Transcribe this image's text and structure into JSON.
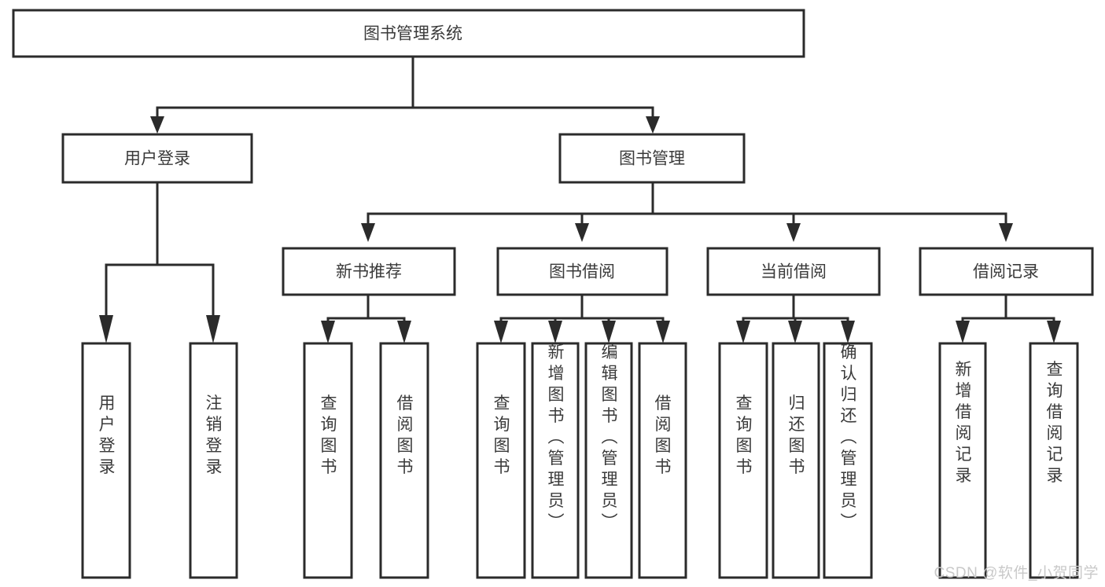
{
  "diagram": {
    "type": "tree-hierarchy-chart",
    "orientation": "top-down",
    "box_fill": "#ffffff",
    "box_stroke": "#2b2b2b",
    "text_color": "#3a3a3a",
    "root": {
      "id": "root",
      "label": "图书管理系统"
    },
    "level1": [
      {
        "id": "user-login",
        "label": "用户登录"
      },
      {
        "id": "book-management",
        "label": "图书管理"
      }
    ],
    "level2": [
      {
        "id": "new-book-recommend",
        "label": "新书推荐",
        "parent": "book-management"
      },
      {
        "id": "book-borrow",
        "label": "图书借阅",
        "parent": "book-management"
      },
      {
        "id": "current-borrow",
        "label": "当前借阅",
        "parent": "book-management"
      },
      {
        "id": "borrow-record",
        "label": "借阅记录",
        "parent": "book-management"
      }
    ],
    "leaves": {
      "user-login": [
        {
          "id": "leaf-user-login",
          "label": "用户登录"
        },
        {
          "id": "leaf-logout-login",
          "label": "注销登录"
        }
      ],
      "new-book-recommend": [
        {
          "id": "leaf-query-book-1",
          "label": "查询图书"
        },
        {
          "id": "leaf-borrow-book-1",
          "label": "借阅图书"
        }
      ],
      "book-borrow": [
        {
          "id": "leaf-query-book-2",
          "label": "查询图书"
        },
        {
          "id": "leaf-add-book",
          "label": "新增图书（管理员）"
        },
        {
          "id": "leaf-edit-book",
          "label": "编辑图书（管理员）"
        },
        {
          "id": "leaf-borrow-book-2",
          "label": "借阅图书"
        }
      ],
      "current-borrow": [
        {
          "id": "leaf-query-book-3",
          "label": "查询图书"
        },
        {
          "id": "leaf-return-book",
          "label": "归还图书"
        },
        {
          "id": "leaf-confirm-return",
          "label": "确认归还（管理员）"
        }
      ],
      "borrow-record": [
        {
          "id": "leaf-add-borrow-record",
          "label": "新增借阅记录"
        },
        {
          "id": "leaf-query-borrow-record",
          "label": "查询借阅记录"
        }
      ]
    }
  },
  "watermark": {
    "text": "CSDN @软件_小贺同学"
  }
}
